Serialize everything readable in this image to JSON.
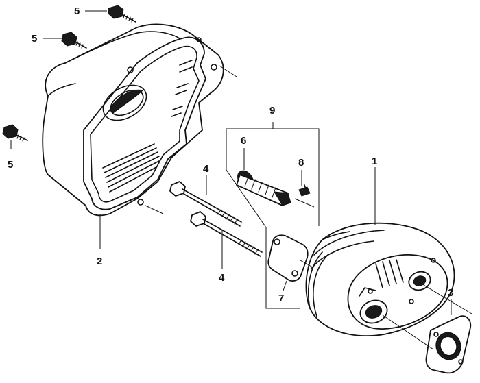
{
  "labels": {
    "bolt_top": "5",
    "bolt_mid": "5",
    "bolt_left": "5",
    "protector": "2",
    "gasket": "3",
    "long_bolt_upper": "4",
    "long_bolt_lower": "4",
    "arrester": "6",
    "arrester_gasket": "7",
    "screw": "8",
    "kit": "9",
    "muffler": "1"
  }
}
